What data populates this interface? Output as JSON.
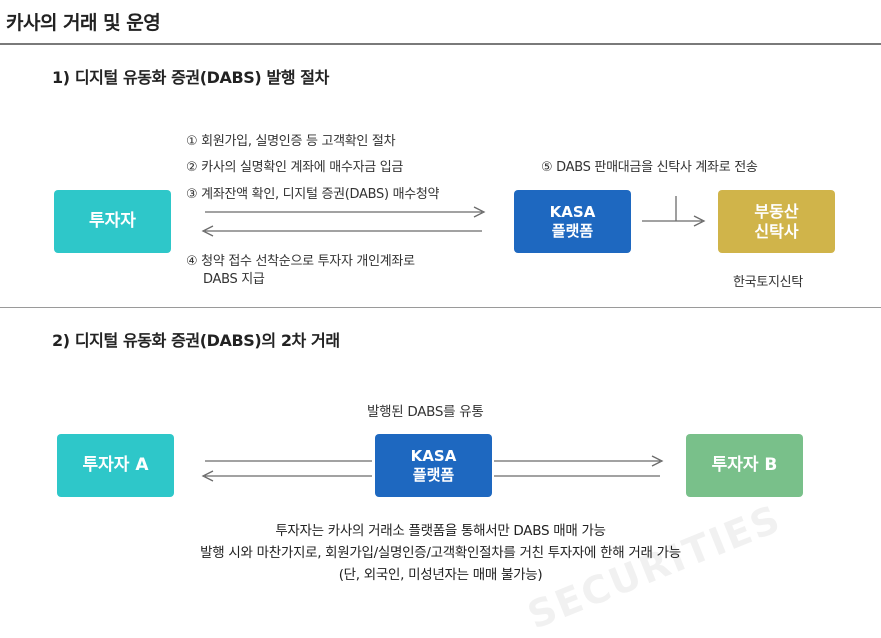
{
  "title": "카사의 거래 및 운영",
  "section1": {
    "title": "1) 디지털 유동화 증권(DABS) 발행 절차",
    "investor": "투자자",
    "kasa_line1": "KASA",
    "kasa_line2": "플랫폼",
    "trust_line1": "부동산",
    "trust_line2": "신탁사",
    "trust_caption": "한국토지신탁",
    "step1": "① 회원가입, 실명인증 등 고객확인 절차",
    "step2": "② 카사의 실명확인 계좌에 매수자금 입금",
    "step3": "③ 계좌잔액 확인, 디지털 증권(DABS) 매수청약",
    "step4_line1": "④ 청약 접수 선착순으로 투자자 개인계좌로",
    "step4_line2": "DABS 지급",
    "step5": "⑤ DABS 판매대금을 신탁사 계좌로 전송"
  },
  "section2": {
    "title": "2) 디지털 유동화 증권(DABS)의 2차 거래",
    "investor_a": "투자자 A",
    "investor_b": "투자자 B",
    "kasa_line1": "KASA",
    "kasa_line2": "플랫폼",
    "flow_label": "발행된 DABS를 유통",
    "note_line1": "투자자는 카사의 거래소 플랫폼을 통해서만 DABS 매매 가능",
    "note_line2": "발행 시와 마찬가지로, 회원가입/실명인증/고객확인절차를 거친 투자자에 한해 거래 가능",
    "note_line3": "(단, 외국인, 미성년자는 매매 불가능)"
  },
  "watermark": "SECURITIES",
  "colors": {
    "investor": "#2ec7c9",
    "kasa": "#1e68c0",
    "trust": "#d0b44a",
    "investor_b": "#79c08a",
    "arrow": "#6b6b6b"
  }
}
